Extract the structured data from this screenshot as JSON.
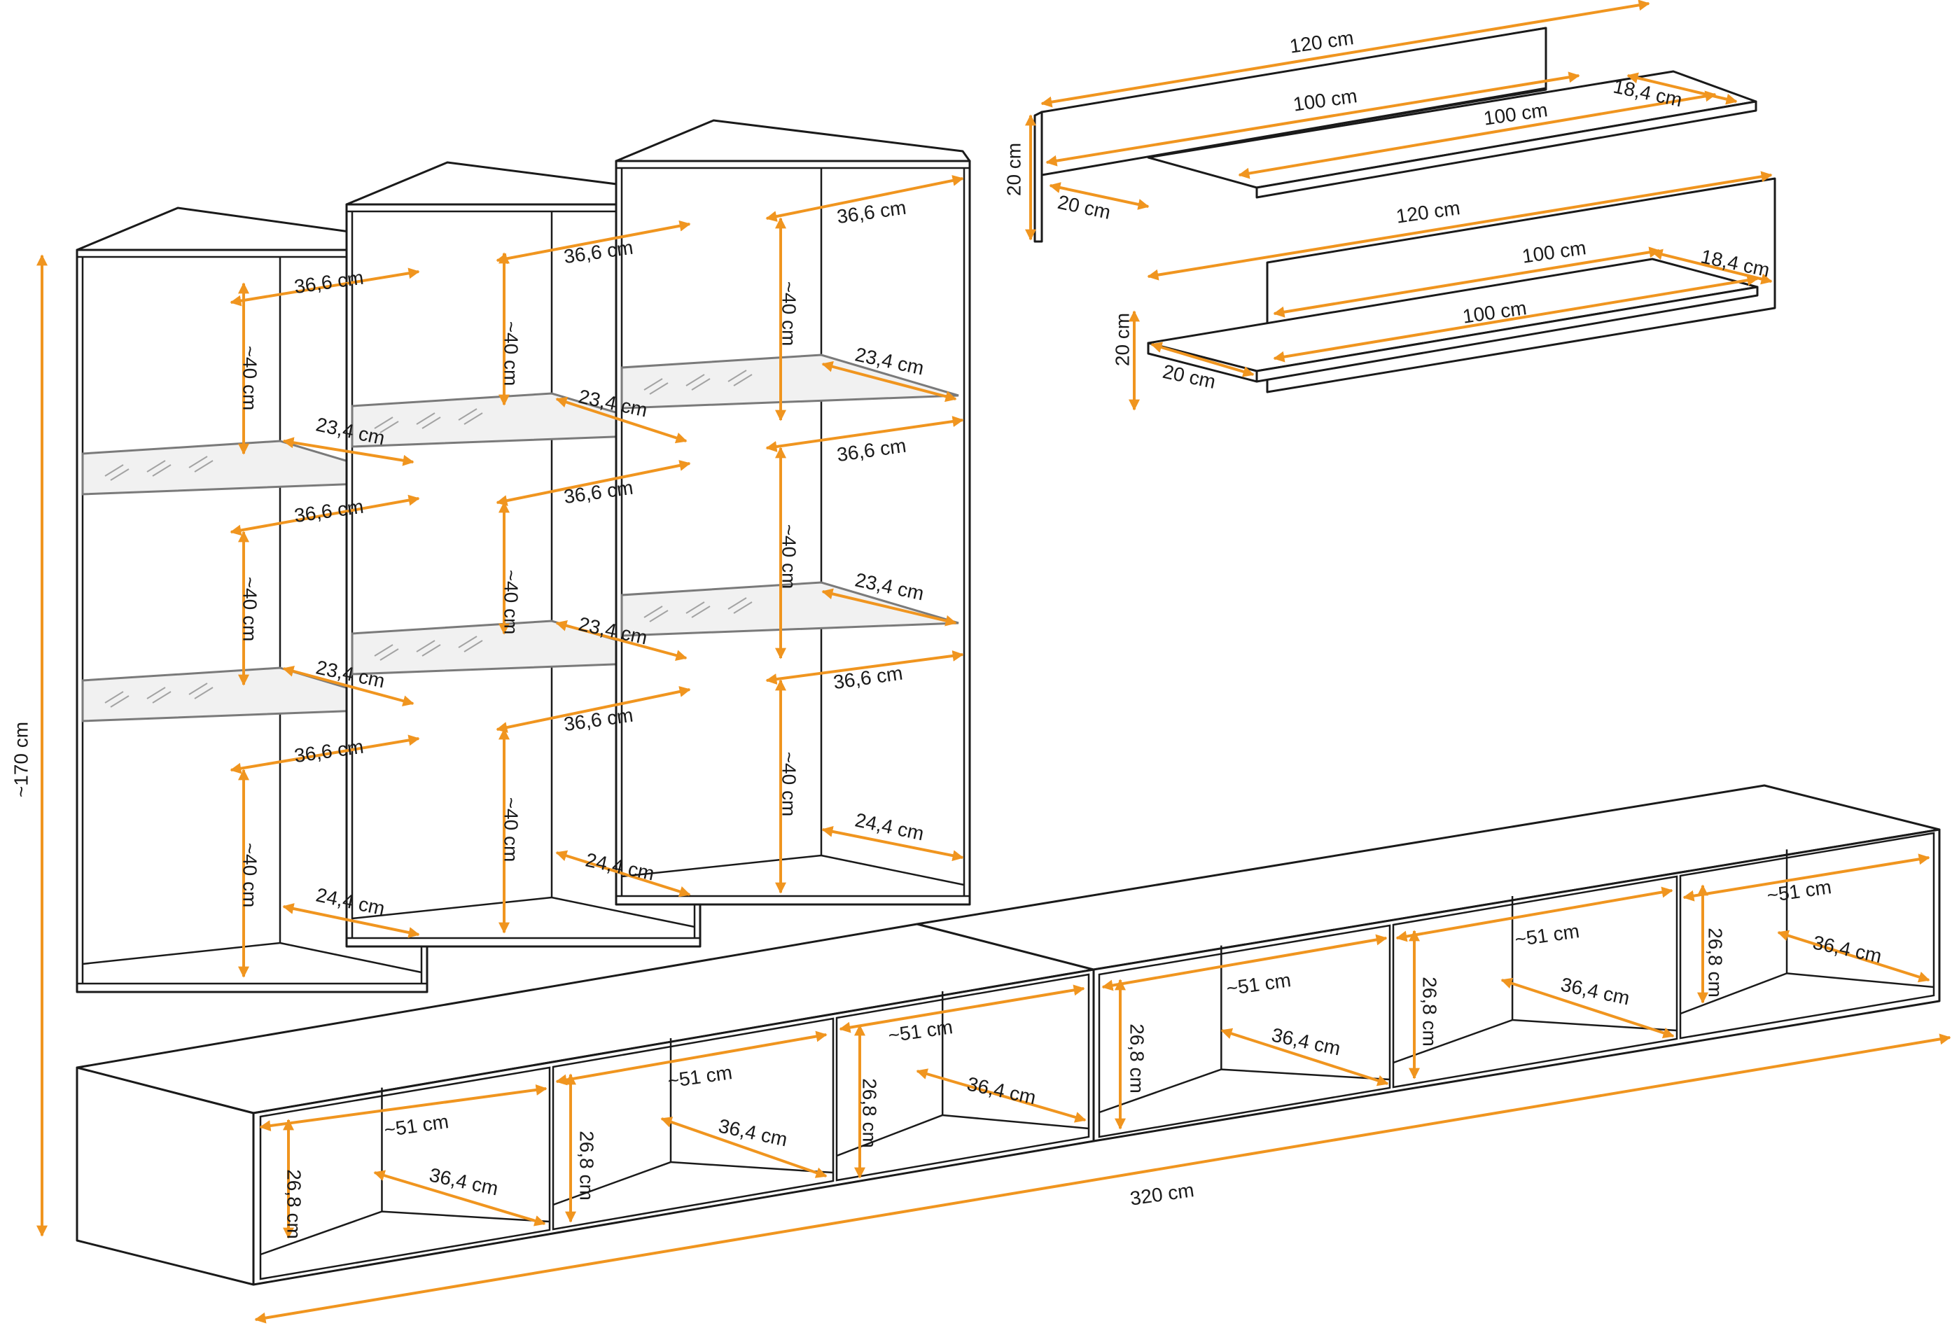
{
  "colors": {
    "dimension_line": "#f0951f",
    "outline": "#1a1a1a",
    "glass": "#7a7a7a"
  },
  "labels": {
    "shelf_width": "36,6 cm",
    "compartment_height": "~40 cm",
    "glass_depth": "23,4 cm",
    "bottom_depth": "24,4 cm",
    "lowboard_width": "~51 cm",
    "lowboard_depth": "36,4 cm",
    "lowboard_height": "26,8 cm",
    "total_height": "~170 cm",
    "total_width": "320 cm",
    "panel_length": "120 cm",
    "shelf_length": "100 cm",
    "shelf_depth": "18,4 cm",
    "panel_height": "20 cm",
    "panel_depth": "20 cm"
  }
}
